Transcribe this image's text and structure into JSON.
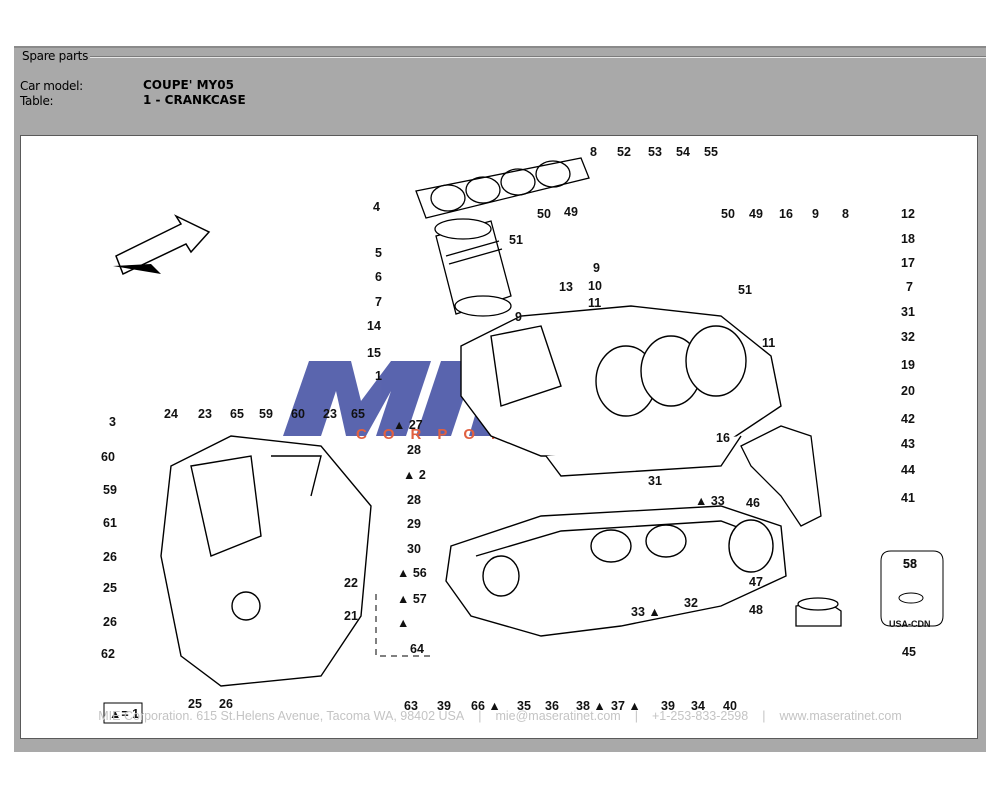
{
  "group": {
    "legend": "Spare parts"
  },
  "info": {
    "car_model_label": "Car model:",
    "car_model_value": "COUPE' MY05",
    "table_label": "Table:",
    "table_value": "1 - CRANKCASE"
  },
  "diagram": {
    "watermark_text": "CORPORATION",
    "key_note": "▲= 1",
    "inset_label": "USA-CDN",
    "inset_number": "58",
    "callouts": [
      "4",
      "5",
      "6",
      "7",
      "14",
      "15",
      "1",
      "8",
      "52",
      "53",
      "54",
      "55",
      "50",
      "49",
      "51",
      "9",
      "10",
      "11",
      "13",
      "50",
      "49",
      "16",
      "9",
      "8",
      "12",
      "18",
      "17",
      "7",
      "31",
      "32",
      "19",
      "20",
      "42",
      "43",
      "44",
      "41",
      "11",
      "51",
      "9",
      "▲ 27",
      "28",
      "▲ 2",
      "28",
      "29",
      "30",
      "▲ 56",
      "▲ 57",
      "▲",
      "64",
      "16",
      "▲ 33",
      "31",
      "46",
      "47",
      "48",
      "58",
      "45",
      "33 ▲",
      "32",
      "3",
      "24",
      "23",
      "65",
      "59",
      "60",
      "23",
      "65",
      "60",
      "59",
      "61",
      "26",
      "25",
      "26",
      "62",
      "22",
      "21",
      "25",
      "26",
      "63",
      "39",
      "66 ▲",
      "35",
      "36",
      "38 ▲",
      "37 ▲",
      "39",
      "34",
      "40"
    ]
  },
  "footer": {
    "company": "MIE Corporation. 615 St.Helens Avenue, Tacoma WA, 98402 USA",
    "email": "mie@maseratinet.com",
    "phone": "+1-253-833-2598",
    "website": "www.maseratinet.com"
  }
}
